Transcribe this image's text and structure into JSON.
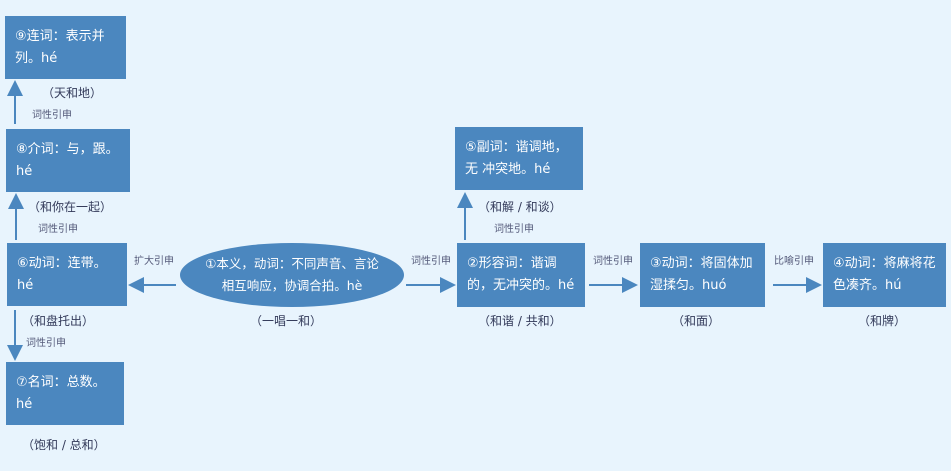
{
  "nodes": {
    "n1": {
      "text": "①本义，动词：不同声音、言论相互响应，协调合拍。hè",
      "caption": "（一唱一和）"
    },
    "n2": {
      "text": "②形容词：谐调的，无冲突的。hé",
      "caption": "（和谐 / 共和）"
    },
    "n3": {
      "text": "③动词：将固体加湿揉匀。huó",
      "caption": "（和面）"
    },
    "n4": {
      "text": "④动词：将麻将花色凑齐。hú",
      "caption": "（和牌）"
    },
    "n5": {
      "text": "⑤副词：谐调地，无 冲突地。hé",
      "caption": "（和解 / 和谈）"
    },
    "n6": {
      "text": "⑥动词：连带。hé",
      "caption": "（和盘托出）"
    },
    "n7": {
      "text": "⑦名词：总数。hé",
      "caption": "（饱和 / 总和）"
    },
    "n8": {
      "text": "⑧介词：与，跟。hé",
      "caption": "（和你在一起）"
    },
    "n9": {
      "text": "⑨连词：表示并列。hé",
      "caption": "（天和地）"
    }
  },
  "edges": {
    "e1_6": "扩大引申",
    "e1_2": "词性引申",
    "e2_3": "词性引申",
    "e3_4": "比喻引申",
    "e2_5": "词性引申",
    "e6_7": "词性引申",
    "e6_8": "词性引申",
    "e8_9": "词性引申"
  },
  "colors": {
    "node": "#4b87bf",
    "background": "#e8f4fd"
  }
}
